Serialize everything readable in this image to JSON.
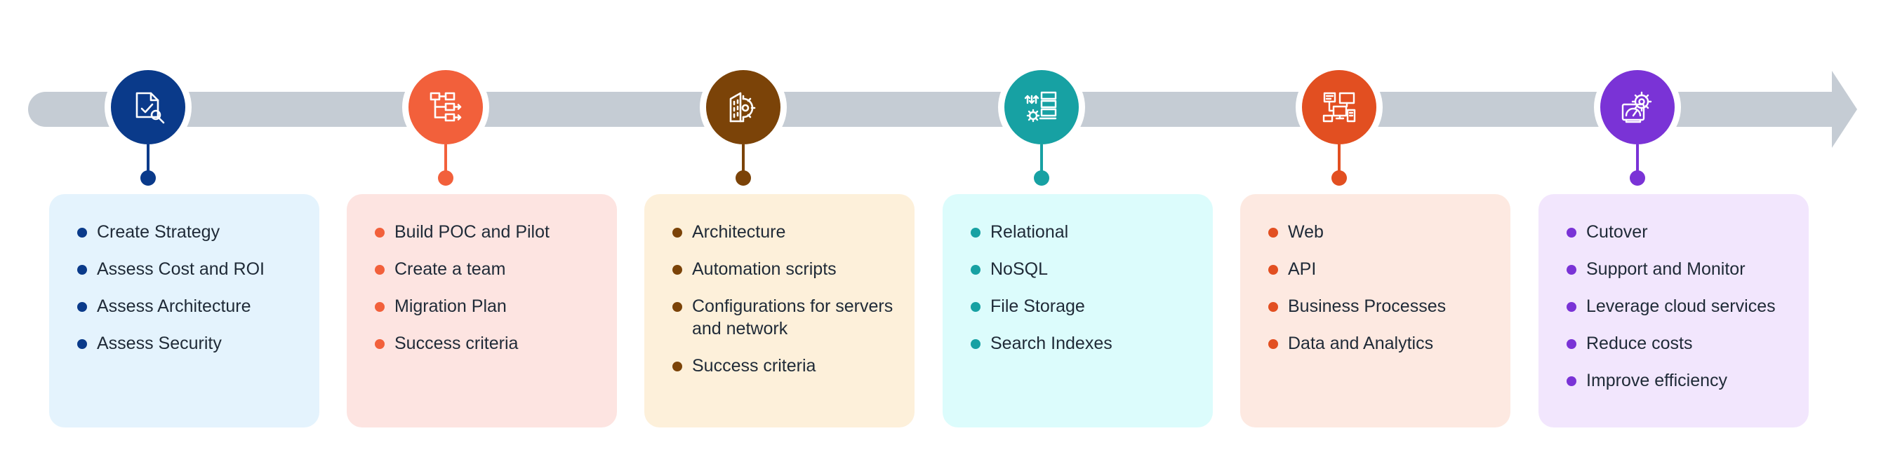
{
  "stages": [
    {
      "icon": "strategy-document-icon",
      "color": "#0a3a8a",
      "card_bg": "#e4f3fd",
      "items": [
        "Create Strategy",
        "Assess Cost and ROI",
        "Assess Architecture",
        "Assess Security"
      ]
    },
    {
      "icon": "flowchart-icon",
      "color": "#f2603b",
      "card_bg": "#fde4e1",
      "items": [
        "Build POC and Pilot",
        "Create a team",
        "Migration Plan",
        "Success criteria"
      ]
    },
    {
      "icon": "building-gear-icon",
      "color": "#7b4308",
      "card_bg": "#fdf0da",
      "items": [
        "Architecture",
        "Automation scripts",
        "Configurations for servers and network",
        "Success criteria"
      ]
    },
    {
      "icon": "database-transfer-icon",
      "color": "#17a1a3",
      "card_bg": "#dcfcfc",
      "items": [
        "Relational",
        "NoSQL",
        "File Storage",
        "Search Indexes"
      ]
    },
    {
      "icon": "application-network-icon",
      "color": "#e24f21",
      "card_bg": "#fde9e1",
      "items": [
        "Web",
        "API",
        "Business Processes",
        "Data and Analytics"
      ]
    },
    {
      "icon": "dashboard-gear-icon",
      "color": "#7a33d6",
      "card_bg": "#f2e6fd",
      "items": [
        "Cutover",
        "Support and Monitor",
        "Leverage cloud services",
        "Reduce costs",
        "Improve efficiency"
      ]
    }
  ]
}
